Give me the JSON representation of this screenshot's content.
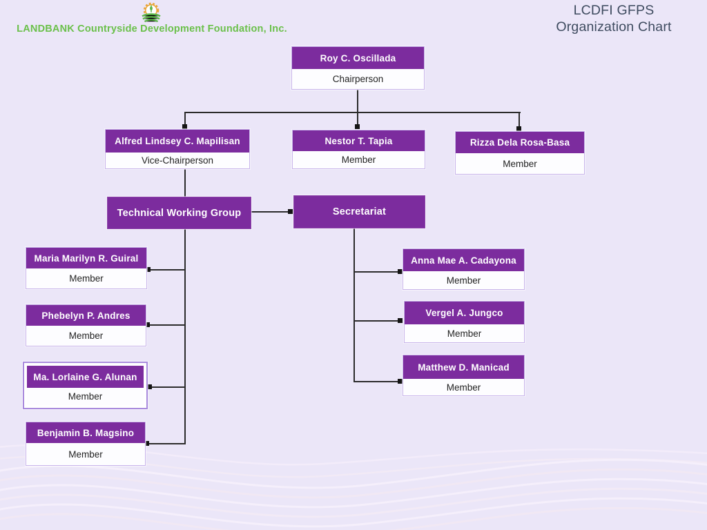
{
  "app": {
    "background_color": "#ebe6f8",
    "header": {
      "logo": "landbank-logo",
      "org_name": "LANDBANK Countryside Development Foundation, Inc.",
      "org_name_color": "#6bc04b",
      "title_line1": "LCDFI GFPS",
      "title_line2": "Organization Chart",
      "title_color": "#3e4b5f"
    },
    "theme": {
      "node_header_color": "#7c2c9e",
      "node_body_color": "#fdfdff",
      "node_border_color": "#c8b4ea",
      "connector_color": "#2b2b2b"
    }
  },
  "chart": {
    "type": "org-chart",
    "nodes": [
      {
        "name": "Roy C. Oscillada",
        "role": "Chairperson",
        "reports_to": null
      },
      {
        "name": "Alfred Lindsey C. Mapilisan",
        "role": "Vice-Chairperson",
        "reports_to": "Roy C. Oscillada"
      },
      {
        "name": "Nestor T. Tapia",
        "role": "Member",
        "reports_to": "Roy C. Oscillada"
      },
      {
        "name": "Rizza Dela Rosa-Basa",
        "role": "Member",
        "reports_to": "Roy C. Oscillada"
      },
      {
        "name": "Technical Working Group",
        "role": "",
        "reports_to": "Alfred Lindsey C. Mapilisan"
      },
      {
        "name": "Secretariat",
        "role": "",
        "reports_to": "Technical Working Group"
      },
      {
        "name": "Maria Marilyn R. Guiral",
        "role": "Member",
        "reports_to": "Technical Working Group"
      },
      {
        "name": "Phebelyn P. Andres",
        "role": "Member",
        "reports_to": "Technical Working Group"
      },
      {
        "name": "Ma. Lorlaine G. Alunan",
        "role": "Member",
        "reports_to": "Technical Working Group"
      },
      {
        "name": "Benjamin B. Magsino",
        "role": "Member",
        "reports_to": "Technical Working Group"
      },
      {
        "name": "Anna Mae A. Cadayona",
        "role": "Member",
        "reports_to": "Secretariat"
      },
      {
        "name": "Vergel A. Jungco",
        "role": "Member",
        "reports_to": "Secretariat"
      },
      {
        "name": "Matthew D. Manicad",
        "role": "Member",
        "reports_to": "Secretariat"
      }
    ]
  }
}
